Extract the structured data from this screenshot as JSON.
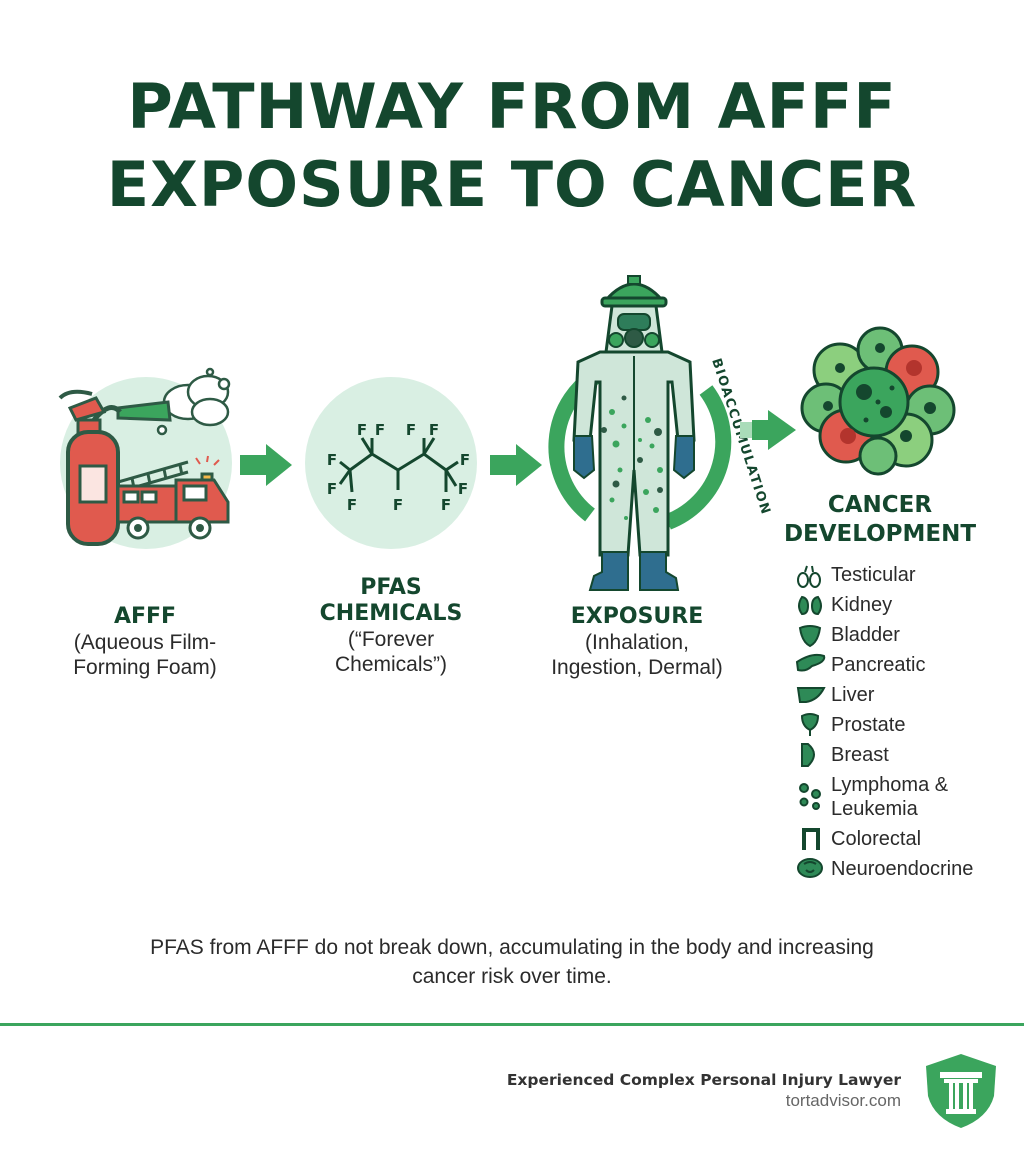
{
  "title": {
    "line1": "PATHWAY FROM AFFF",
    "line2": "EXPOSURE TO CANCER"
  },
  "stages": [
    {
      "heading_lines": [
        "AFFF"
      ],
      "sub_lines": [
        "(Aqueous Film-",
        "Forming Foam)"
      ],
      "icon": "fire-extinguisher-and-fire-truck-icon"
    },
    {
      "heading_lines": [
        "PFAS",
        "CHEMICALS"
      ],
      "sub_lines": [
        "(“Forever",
        "Chemicals”)"
      ],
      "icon": "pfas-molecule-icon",
      "molecule_atom": "F"
    },
    {
      "heading_lines": [
        "EXPOSURE"
      ],
      "sub_lines": [
        "(Inhalation,",
        "Ingestion, Dermal)"
      ],
      "icon": "hazmat-worker-icon",
      "cycle_label": "BIOACCUMULATION"
    },
    {
      "heading_lines": [
        "CANCER",
        "DEVELOPMENT"
      ],
      "icon": "cancer-cells-icon"
    }
  ],
  "cancers": [
    {
      "label": "Testicular",
      "icon": "testicular-icon"
    },
    {
      "label": "Kidney",
      "icon": "kidney-icon"
    },
    {
      "label": "Bladder",
      "icon": "bladder-icon"
    },
    {
      "label": "Pancreatic",
      "icon": "pancreas-icon"
    },
    {
      "label": "Liver",
      "icon": "liver-icon"
    },
    {
      "label": "Prostate",
      "icon": "prostate-icon"
    },
    {
      "label": "Breast",
      "icon": "breast-icon"
    },
    {
      "label": "Lymphoma & Leukemia",
      "icon": "blood-cells-icon"
    },
    {
      "label": "Colorectal",
      "icon": "colon-icon"
    },
    {
      "label": "Neuroendocrine",
      "icon": "brain-icon"
    }
  ],
  "summary": "PFAS from AFFF do not break down, accumulating in the body and increasing cancer risk over time.",
  "footer": {
    "tagline": "Experienced Complex Personal Injury Lawyer",
    "site": "tortadvisor.com",
    "logo": "pillar-shield-logo"
  },
  "colors": {
    "dark_green": "#14472e",
    "accent_green": "#3ba55d",
    "mint": "#d9efe3",
    "red": "#e05a4e",
    "hazmat_suit": "#cfe6d9"
  }
}
